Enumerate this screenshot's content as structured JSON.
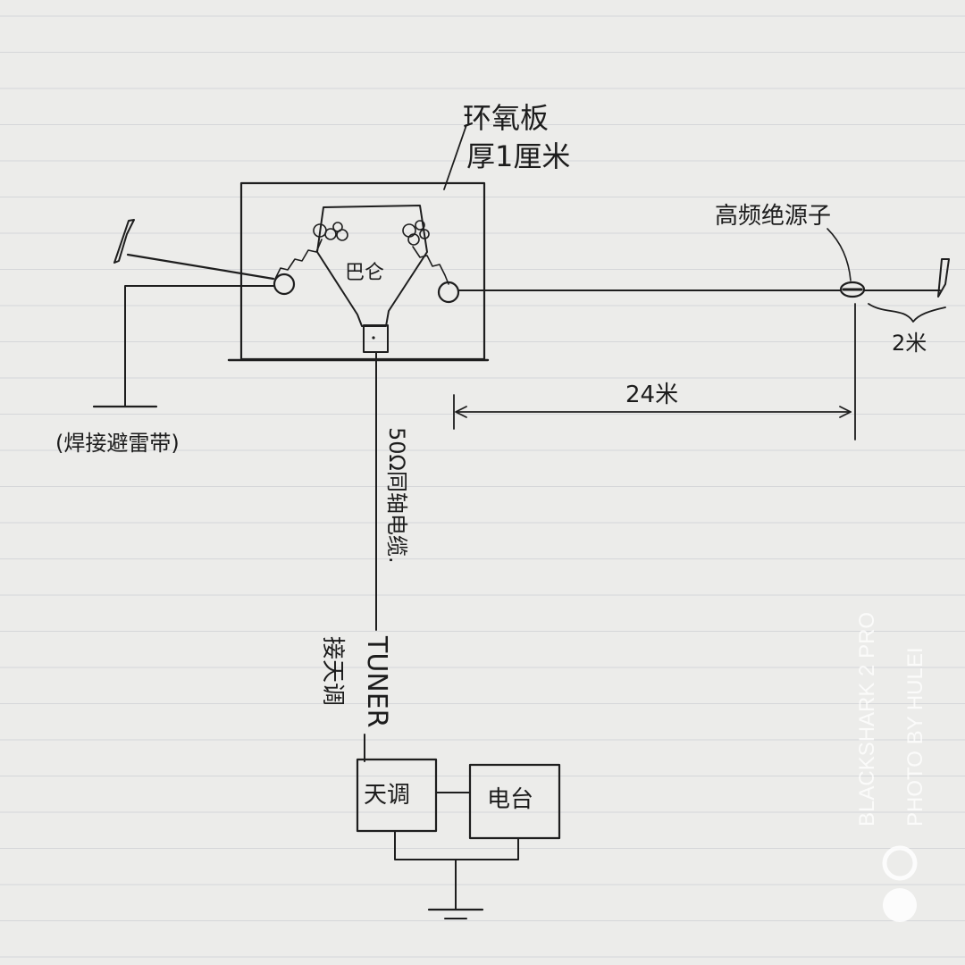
{
  "labels": {
    "epoxy_board": "环氧板",
    "thickness": "厚1厘米",
    "balun": "巴仑",
    "insulator": "高频绝源子",
    "ground_strap": "(焊接避雷带)",
    "distance_24": "24米",
    "distance_2": "2米",
    "coax": "50Ω同轴电缆.",
    "tuner_en": "TUNER",
    "tuner_cn": "接天调",
    "box_tuner": "天调",
    "box_radio": "电台"
  },
  "watermark": {
    "line1": "BLACKSHARK 2 PRO",
    "line2": "PHOTO BY HULEI"
  },
  "colors": {
    "paper": "#ececea",
    "rule_line": "#d5d6d9",
    "ink": "#1e1e1e"
  }
}
